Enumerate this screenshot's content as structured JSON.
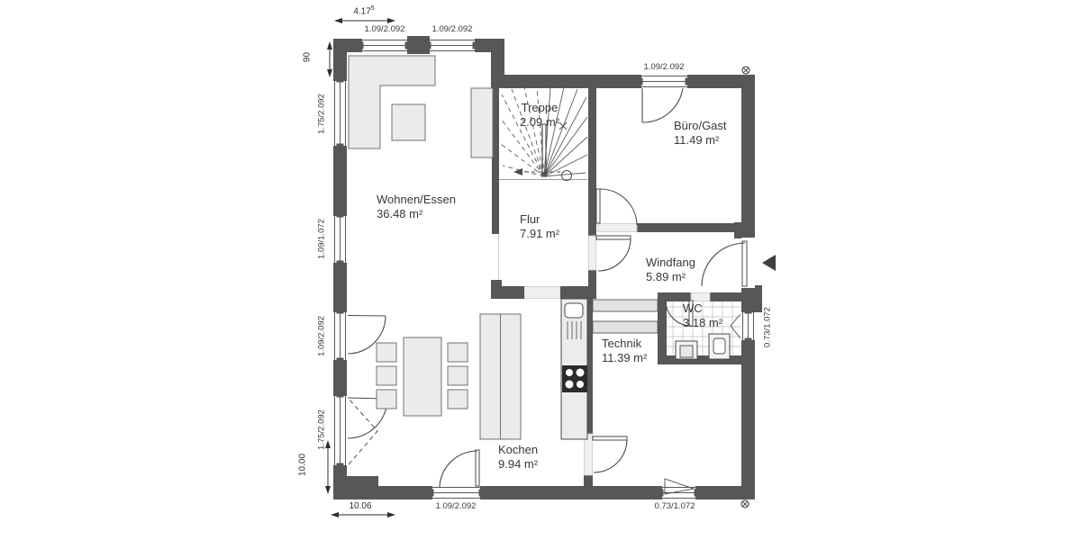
{
  "plan": {
    "rooms": [
      {
        "id": "wohnen",
        "name": "Wohnen/Essen",
        "area": "36.48 m²"
      },
      {
        "id": "treppe",
        "name": "Treppe",
        "area": "2.09 m²"
      },
      {
        "id": "flur",
        "name": "Flur",
        "area": "7.91 m²"
      },
      {
        "id": "buero",
        "name": "Büro/Gast",
        "area": "11.49 m²"
      },
      {
        "id": "windfang",
        "name": "Windfang",
        "area": "5.89 m²"
      },
      {
        "id": "wc",
        "name": "WC",
        "area": "3.18 m²"
      },
      {
        "id": "technik",
        "name": "Technik",
        "area": "11.39 m²"
      },
      {
        "id": "kochen",
        "name": "Kochen",
        "area": "9.94 m²"
      }
    ],
    "windows": {
      "top_left_1": "1.09/2.092",
      "top_left_2": "1.09/2.092",
      "buero_top": "1.09/2.092",
      "left_1": "1.75/2.092",
      "left_2": "1.09/1.072",
      "left_3": "1.09/2.092",
      "left_4": "1.75/2.092",
      "bottom_kochen": "1.09/2.092",
      "bottom_technik": "0.73/1.072",
      "right_wc": "0.73/1.072"
    },
    "dimensions": {
      "top_width": "4.17",
      "top_width_sup": "5",
      "step_depth": "90",
      "side_height": "10.00",
      "bottom_width": "10.06"
    },
    "colors": {
      "wall": "#575757",
      "furniture": "#ebebeb",
      "line": "#4a4a4a"
    }
  }
}
